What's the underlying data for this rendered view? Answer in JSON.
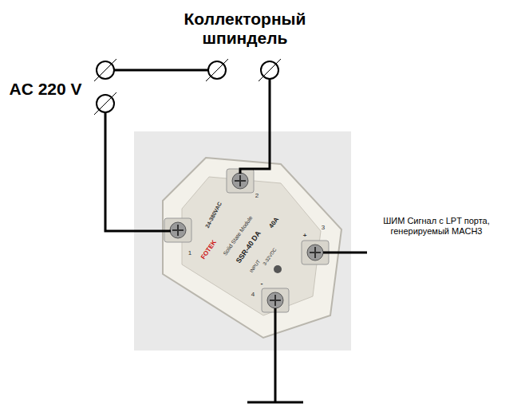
{
  "diagram": {
    "labels": [
      "Коллекторный шпиндель",
      "AC 220 V",
      "2",
      "1",
      "24-380VAC",
      "FOTEK",
      "Solid State Module",
      "SSR-40 DA",
      "40A",
      "INPUT",
      "3-32VDC",
      "+",
      "3",
      "-",
      "4",
      "ШИМ Сигнал с LPT порта, генерируемый MACH3"
    ]
  }
}
